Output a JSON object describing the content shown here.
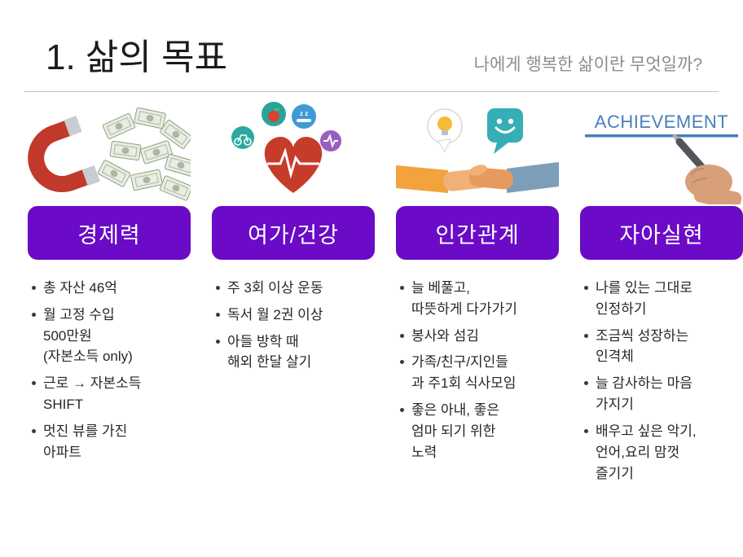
{
  "header": {
    "title": "1. 삶의 목표",
    "subtitle": "나에게 행복한 삶이란 무엇일까?"
  },
  "colors": {
    "accent_purple": "#6B0AC7",
    "achievement_blue": "#4A7EBB"
  },
  "columns": [
    {
      "label": "경제력",
      "image": "magnet-attracting-money",
      "bullets": [
        "총 자산 46억",
        "월 고정 수입\n500만원\n(자본소득 only)",
        "근로 → 자본소득\nSHIFT",
        "멋진 뷰를 가진\n아파트"
      ]
    },
    {
      "label": "여가/건강",
      "image": "heart-with-health-icons",
      "bullets": [
        "주 3회 이상 운동",
        "독서 월 2권 이상",
        "아들 방학 때\n해외 한달 살기"
      ]
    },
    {
      "label": "인간관계",
      "image": "handshake-with-idea-and-smile-bubbles",
      "bullets": [
        "늘 베풀고,\n따뜻하게 다가가기",
        "봉사와 섬김",
        "가족/친구/지인들\n과 주1회 식사모임",
        "좋은 아내, 좋은\n엄마 되기 위한\n노력"
      ]
    },
    {
      "label": "자아실현",
      "image": "hand-writing-achievement",
      "image_text": "ACHIEVEMENT",
      "bullets": [
        "나를 있는 그대로\n인정하기",
        "조금씩 성장하는\n인격체",
        "늘 감사하는 마음\n가지기",
        "배우고 싶은 악기,\n언어,요리 맘껏\n즐기기"
      ]
    }
  ]
}
